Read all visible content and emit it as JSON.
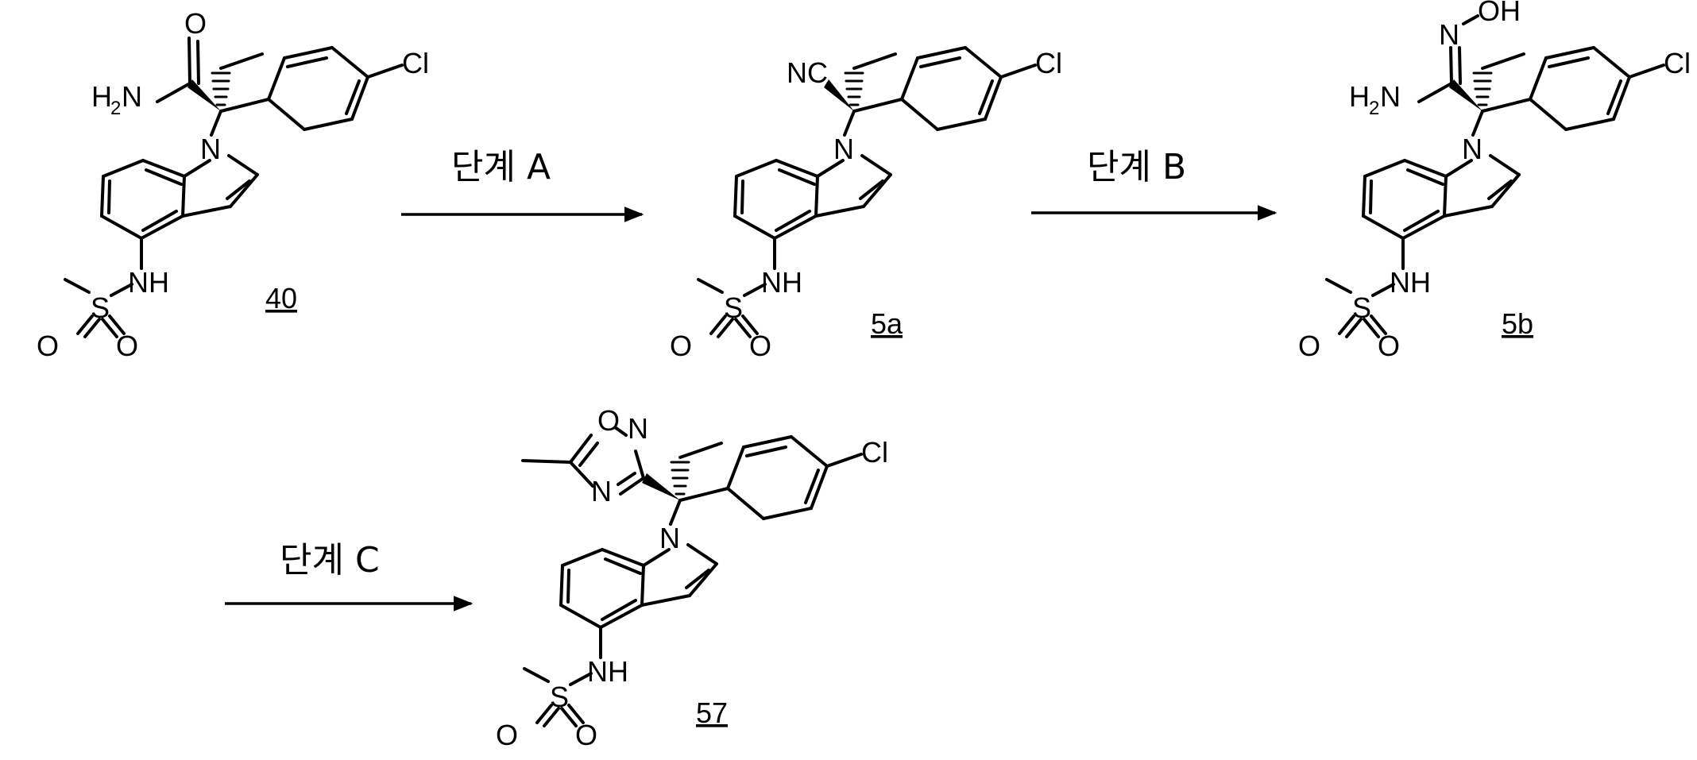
{
  "compounds": [
    {
      "label": "40",
      "top_group": {
        "h": "H",
        "n": "N",
        "sub": "2",
        "o": "O"
      }
    },
    {
      "label": "5a",
      "top_group": {
        "nc": "NC"
      }
    },
    {
      "label": "5b",
      "top_group": {
        "h": "H",
        "n": "N",
        "sub": "2",
        "n2": "N",
        "oh": "OH"
      }
    },
    {
      "label": "57",
      "top_group": {
        "o": "O",
        "n1": "N",
        "n2": "N"
      }
    }
  ],
  "common_atoms": {
    "cl": "Cl",
    "n": "N",
    "nh": "NH",
    "s": "S",
    "o": "O"
  },
  "steps": [
    {
      "label": "단계 A"
    },
    {
      "label": "단계 B"
    },
    {
      "label": "단계 C"
    }
  ]
}
